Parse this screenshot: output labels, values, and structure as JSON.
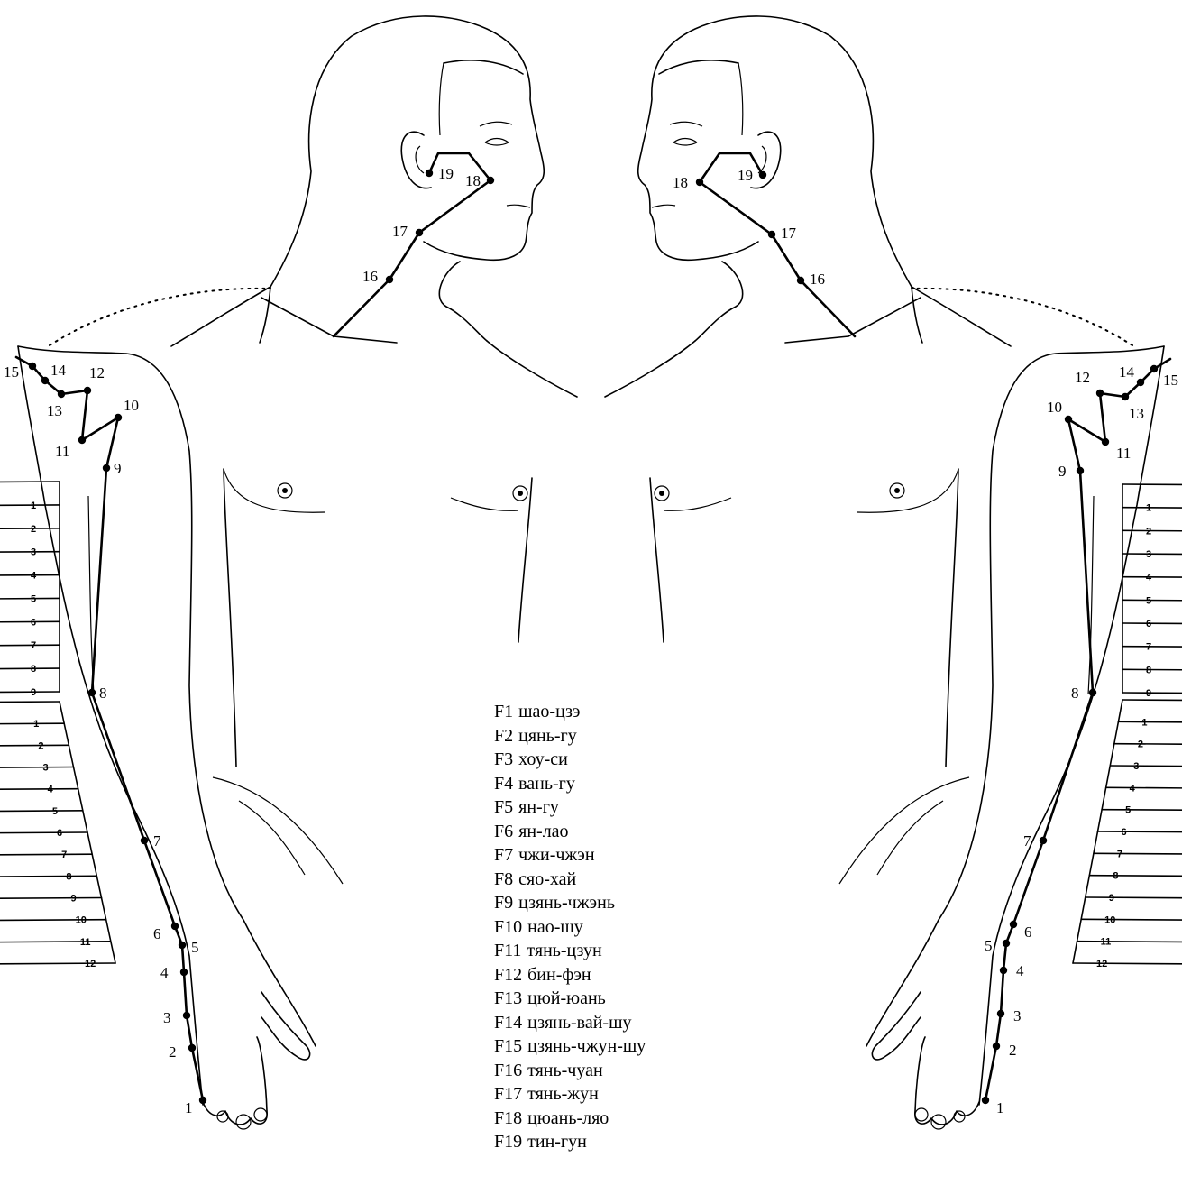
{
  "legend": [
    {
      "code": "F1",
      "name": "шао-цзэ"
    },
    {
      "code": "F2",
      "name": "цянь-гу"
    },
    {
      "code": "F3",
      "name": "хоу-си"
    },
    {
      "code": "F4",
      "name": "вань-гу"
    },
    {
      "code": "F5",
      "name": "ян-гу"
    },
    {
      "code": "F6",
      "name": "ян-лао"
    },
    {
      "code": "F7",
      "name": "чжи-чжэн"
    },
    {
      "code": "F8",
      "name": "сяо-хай"
    },
    {
      "code": "F9",
      "name": "цзянь-чжэнь"
    },
    {
      "code": "F10",
      "name": "нао-шу"
    },
    {
      "code": "F11",
      "name": "тянь-цзун"
    },
    {
      "code": "F12",
      "name": "бин-фэн"
    },
    {
      "code": "F13",
      "name": "цюй-юань"
    },
    {
      "code": "F14",
      "name": "цзянь-вай-шу"
    },
    {
      "code": "F15",
      "name": "цзянь-чжун-шу"
    },
    {
      "code": "F16",
      "name": "тянь-чуан"
    },
    {
      "code": "F17",
      "name": "тянь-жун"
    },
    {
      "code": "F18",
      "name": "цюань-ляо"
    },
    {
      "code": "F19",
      "name": "тин-гун"
    }
  ],
  "point_numbers": [
    "1",
    "2",
    "3",
    "4",
    "5",
    "6",
    "7",
    "8",
    "9",
    "10",
    "11",
    "12",
    "13",
    "14",
    "15",
    "16",
    "17",
    "18",
    "19"
  ],
  "upper_arm_scale": [
    "1",
    "2",
    "3",
    "4",
    "5",
    "6",
    "7",
    "8",
    "9"
  ],
  "forearm_scale": [
    "1",
    "2",
    "3",
    "4",
    "5",
    "6",
    "7",
    "8",
    "9",
    "10",
    "11",
    "12"
  ]
}
